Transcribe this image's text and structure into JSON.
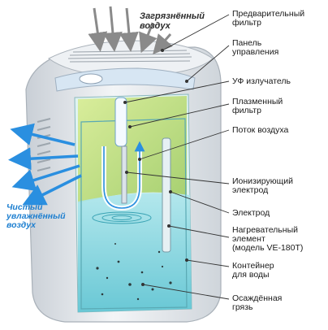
{
  "callouts": {
    "dirty_air": "Загрязнённый\nвоздух",
    "clean_air": "Чистый\nувлажнённый\nвоздух"
  },
  "labels": [
    {
      "id": "prefilter",
      "text": "Предварительный\nфильтр"
    },
    {
      "id": "control-panel",
      "text": "Панель\nуправления"
    },
    {
      "id": "uv-emitter",
      "text": "УФ излучатель"
    },
    {
      "id": "plasma-filter",
      "text": "Плазменный\nфильтр"
    },
    {
      "id": "air-flow",
      "text": "Поток воздуха"
    },
    {
      "id": "ionizing-electrode",
      "text": "Ионизирующий\nэлектрод"
    },
    {
      "id": "electrode",
      "text": "Электрод"
    },
    {
      "id": "heating-element",
      "text": "Нагревательный\nэлемент\n(модель VE-180T)"
    },
    {
      "id": "water-container",
      "text": "Контейнер\nдля воды"
    },
    {
      "id": "settled-dirt",
      "text": "Осаждённая\nгрязь"
    }
  ],
  "colors": {
    "dirty_arrow": "#8a8a8a",
    "clean_arrow": "#2a8fe0",
    "water": "#7fd6e0",
    "green_zone": "#b9d96a",
    "housing": "#e4e8ec"
  }
}
